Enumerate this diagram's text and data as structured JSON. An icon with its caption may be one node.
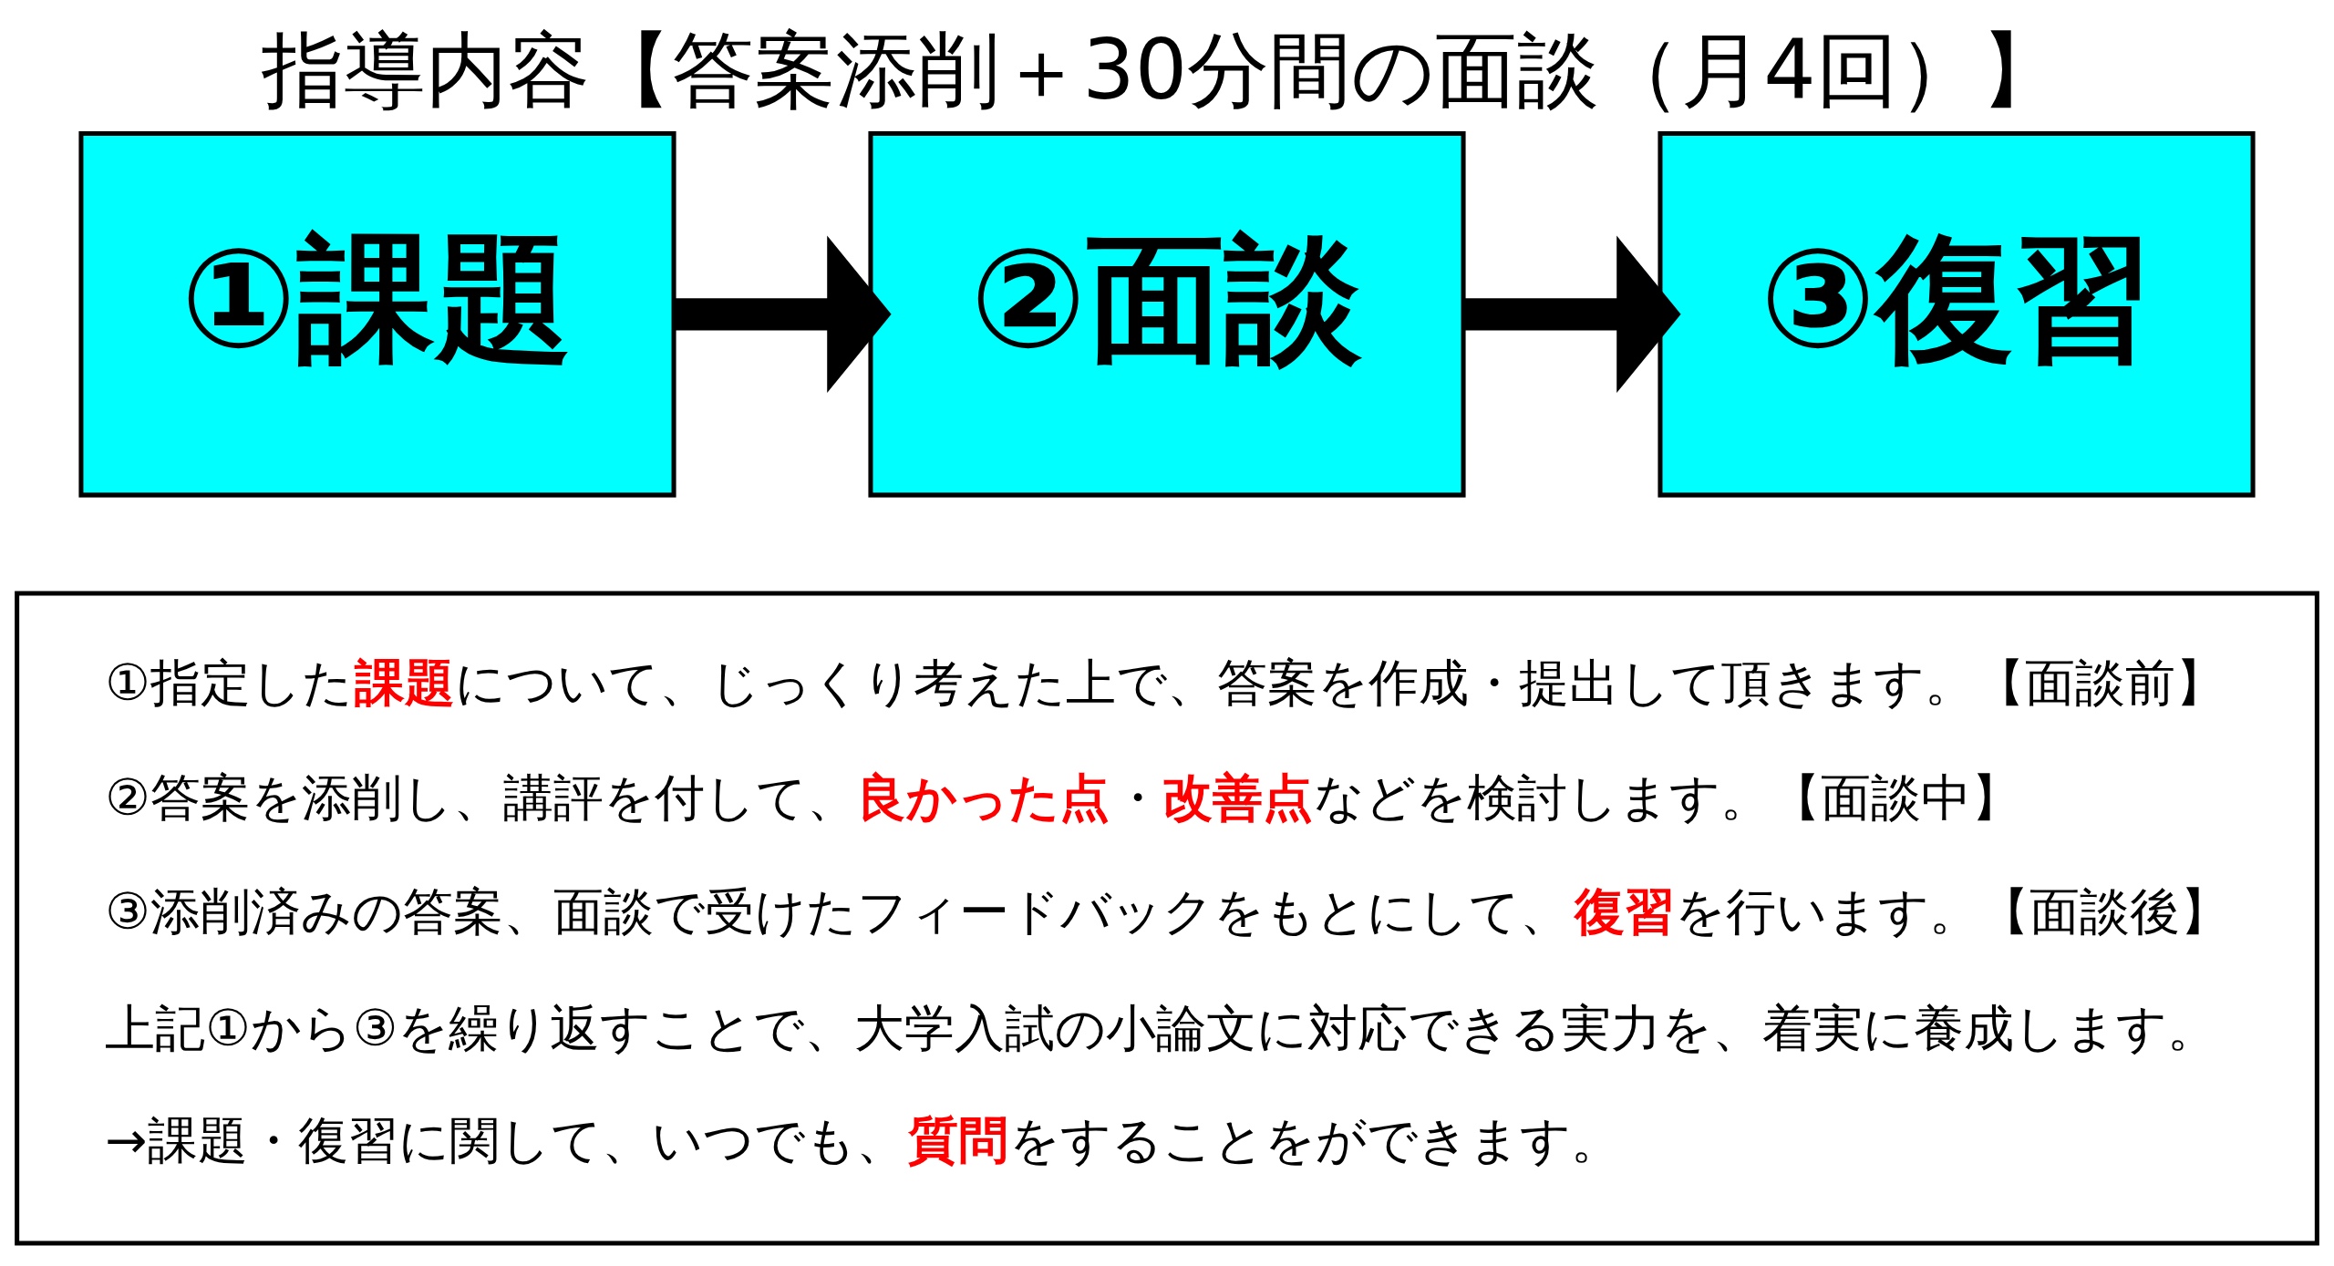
{
  "diagram": {
    "title": "指導内容【答案添削＋30分間の面談（月4回）】",
    "nodes": [
      {
        "text": [
          "①課題"
        ]
      },
      {
        "text": [
          "②面談"
        ]
      },
      {
        "text": [
          "③復習"
        ]
      },
      {
        "text": [
          "①指定した**課題**について、じっくり考えた上で、答案を作成・提出して頂きます。【面談前】",
          "②答案を添削し、講評を付して、**良かった点**・**改善点**などを検討します。【面談中】",
          "③添削済みの答案、面談で受けたフィードバックをもとにして、**復習**を行います。【面談後】",
          "上記①から③を繰り返すことで、大学入試の小論文に対応できる実力を、着実に養成します。",
          "→課題・復習に関して、いつでも、**質問**をすることをができます。"
        ]
      }
    ],
    "edges": [
      {
        "from": 0,
        "to": 1,
        "arrow": "to"
      },
      {
        "from": 1,
        "to": 2,
        "arrow": "to"
      }
    ]
  }
}
